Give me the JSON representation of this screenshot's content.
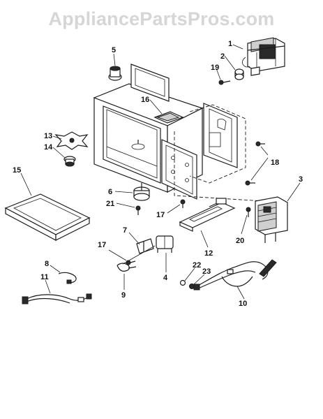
{
  "watermark": "AppliancePartsPros.com",
  "callouts": [
    {
      "id": "1",
      "label": "1"
    },
    {
      "id": "2",
      "label": "2"
    },
    {
      "id": "19",
      "label": "19"
    },
    {
      "id": "5",
      "label": "5"
    },
    {
      "id": "16",
      "label": "16"
    },
    {
      "id": "13",
      "label": "13"
    },
    {
      "id": "14",
      "label": "14"
    },
    {
      "id": "18",
      "label": "18"
    },
    {
      "id": "3",
      "label": "3"
    },
    {
      "id": "15",
      "label": "15"
    },
    {
      "id": "6",
      "label": "6"
    },
    {
      "id": "21",
      "label": "21"
    },
    {
      "id": "17a",
      "label": "17"
    },
    {
      "id": "12",
      "label": "12"
    },
    {
      "id": "20",
      "label": "20"
    },
    {
      "id": "7",
      "label": "7"
    },
    {
      "id": "17b",
      "label": "17"
    },
    {
      "id": "8",
      "label": "8"
    },
    {
      "id": "4",
      "label": "4"
    },
    {
      "id": "22",
      "label": "22"
    },
    {
      "id": "23",
      "label": "23"
    },
    {
      "id": "9",
      "label": "9"
    },
    {
      "id": "11",
      "label": "11"
    },
    {
      "id": "10",
      "label": "10"
    }
  ]
}
